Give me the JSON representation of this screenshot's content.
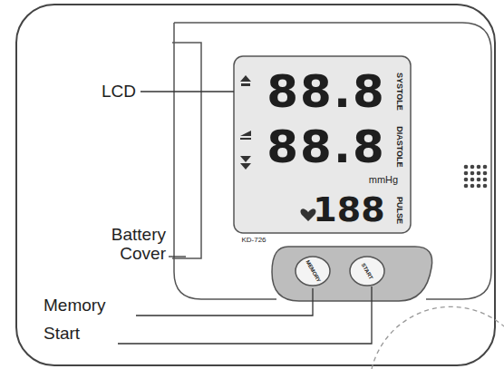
{
  "diagram": {
    "labels": [
      "LCD",
      "Battery Cover",
      "Memory",
      "Start",
      "88.8",
      "SYSTOLE",
      "88.8",
      "DIASTOLE",
      "mmHg",
      "188",
      "PULSE",
      "KD-726",
      "MEMORY",
      "START"
    ]
  }
}
